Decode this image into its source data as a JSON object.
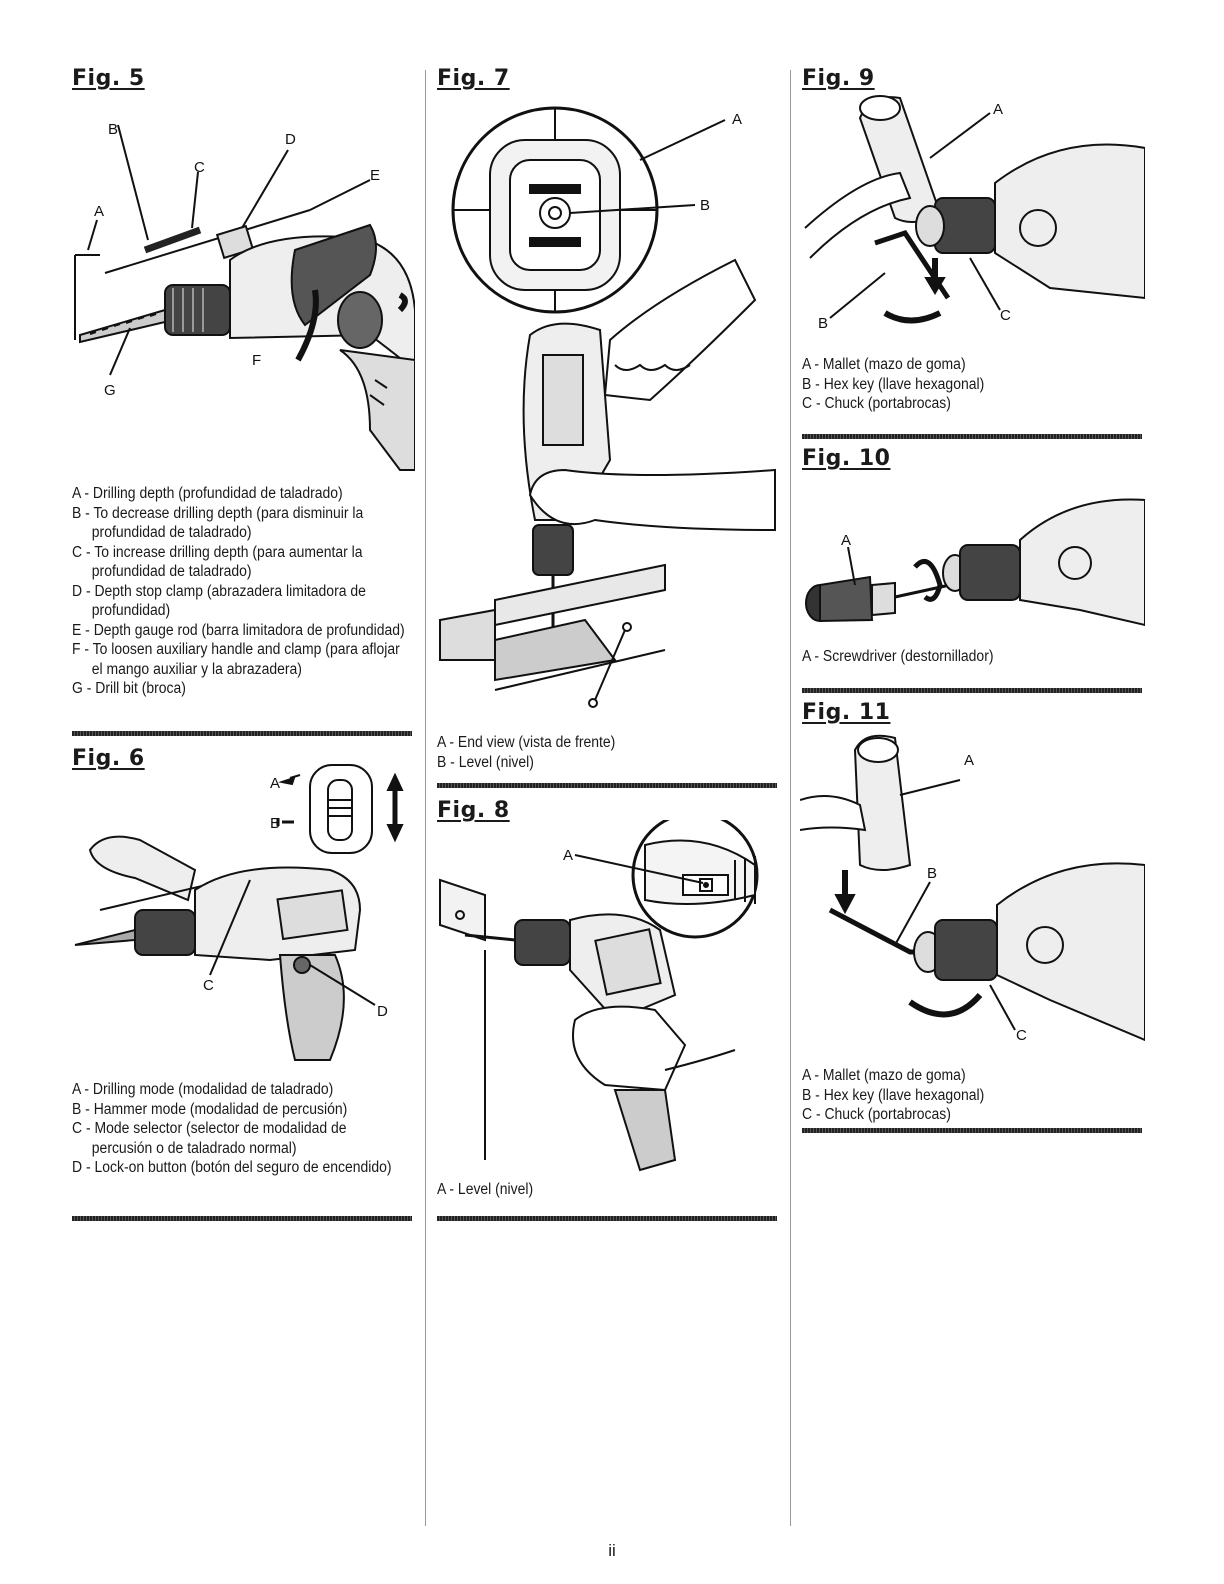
{
  "figures": {
    "fig5": {
      "title": "Fig. 5",
      "labels": [
        "A",
        "B",
        "C",
        "D",
        "E",
        "F",
        "G"
      ],
      "items": [
        "A - Drilling depth (profundidad de taladrado)",
        "B - To decrease drilling depth (para disminuir la profundidad de taladrado)",
        "C - To increase drilling depth (para aumentar la profundidad de taladrado)",
        "D - Depth stop clamp (abrazadera limitadora de profundidad)",
        "E - Depth gauge rod (barra limitadora de profundidad)",
        "F - To loosen auxiliary handle and clamp (para aflojar el mango auxiliar y la abrazadera)",
        "G - Drill bit (broca)"
      ]
    },
    "fig6": {
      "title": "Fig. 6",
      "labels": [
        "A",
        "B",
        "C",
        "D"
      ],
      "items": [
        "A - Drilling mode (modalidad de taladrado)",
        "B - Hammer mode (modalidad de percusión)",
        "C - Mode selector (selector de modalidad de percusión o de taladrado normal)",
        "D - Lock-on button (botón del seguro de encendido)"
      ]
    },
    "fig7": {
      "title": "Fig. 7",
      "labels": [
        "A",
        "B"
      ],
      "items": [
        "A - End view (vista de frente)",
        "B - Level (nivel)"
      ]
    },
    "fig8": {
      "title": "Fig. 8",
      "labels": [
        "A"
      ],
      "items": [
        "A - Level (nivel)"
      ]
    },
    "fig9": {
      "title": "Fig. 9",
      "labels": [
        "A",
        "B",
        "C"
      ],
      "items": [
        "A - Mallet (mazo de goma)",
        "B - Hex key (llave hexagonal)",
        "C - Chuck (portabrocas)"
      ]
    },
    "fig10": {
      "title": "Fig. 10",
      "labels": [
        "A"
      ],
      "items": [
        "A - Screwdriver (destornillador)"
      ]
    },
    "fig11": {
      "title": "Fig. 11",
      "labels": [
        "A",
        "B",
        "C"
      ],
      "items": [
        "A - Mallet (mazo de goma)",
        "B - Hex key (llave hexagonal)",
        "C - Chuck (portabrocas)"
      ]
    }
  },
  "page_number": "ii"
}
